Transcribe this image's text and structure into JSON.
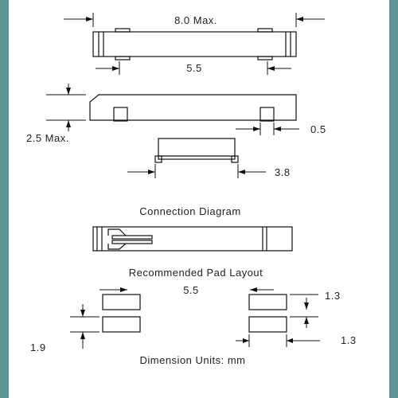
{
  "dimensions": {
    "overall_length": "8.0 Max.",
    "pad_pitch_top": "5.5",
    "height": "2.5 Max.",
    "lead_width": "0.5",
    "body_width": "3.8",
    "pad_spacing": "5.5",
    "pad_height": "1.3",
    "pad_width": "1.3",
    "pad_row_span": "1.9"
  },
  "headings": {
    "connection": "Connection Diagram",
    "pad_layout": "Recommended  Pad Layout",
    "units": "Dimension Units:  mm"
  },
  "colors": {
    "frame": "#5e9594",
    "line": "#111111"
  }
}
